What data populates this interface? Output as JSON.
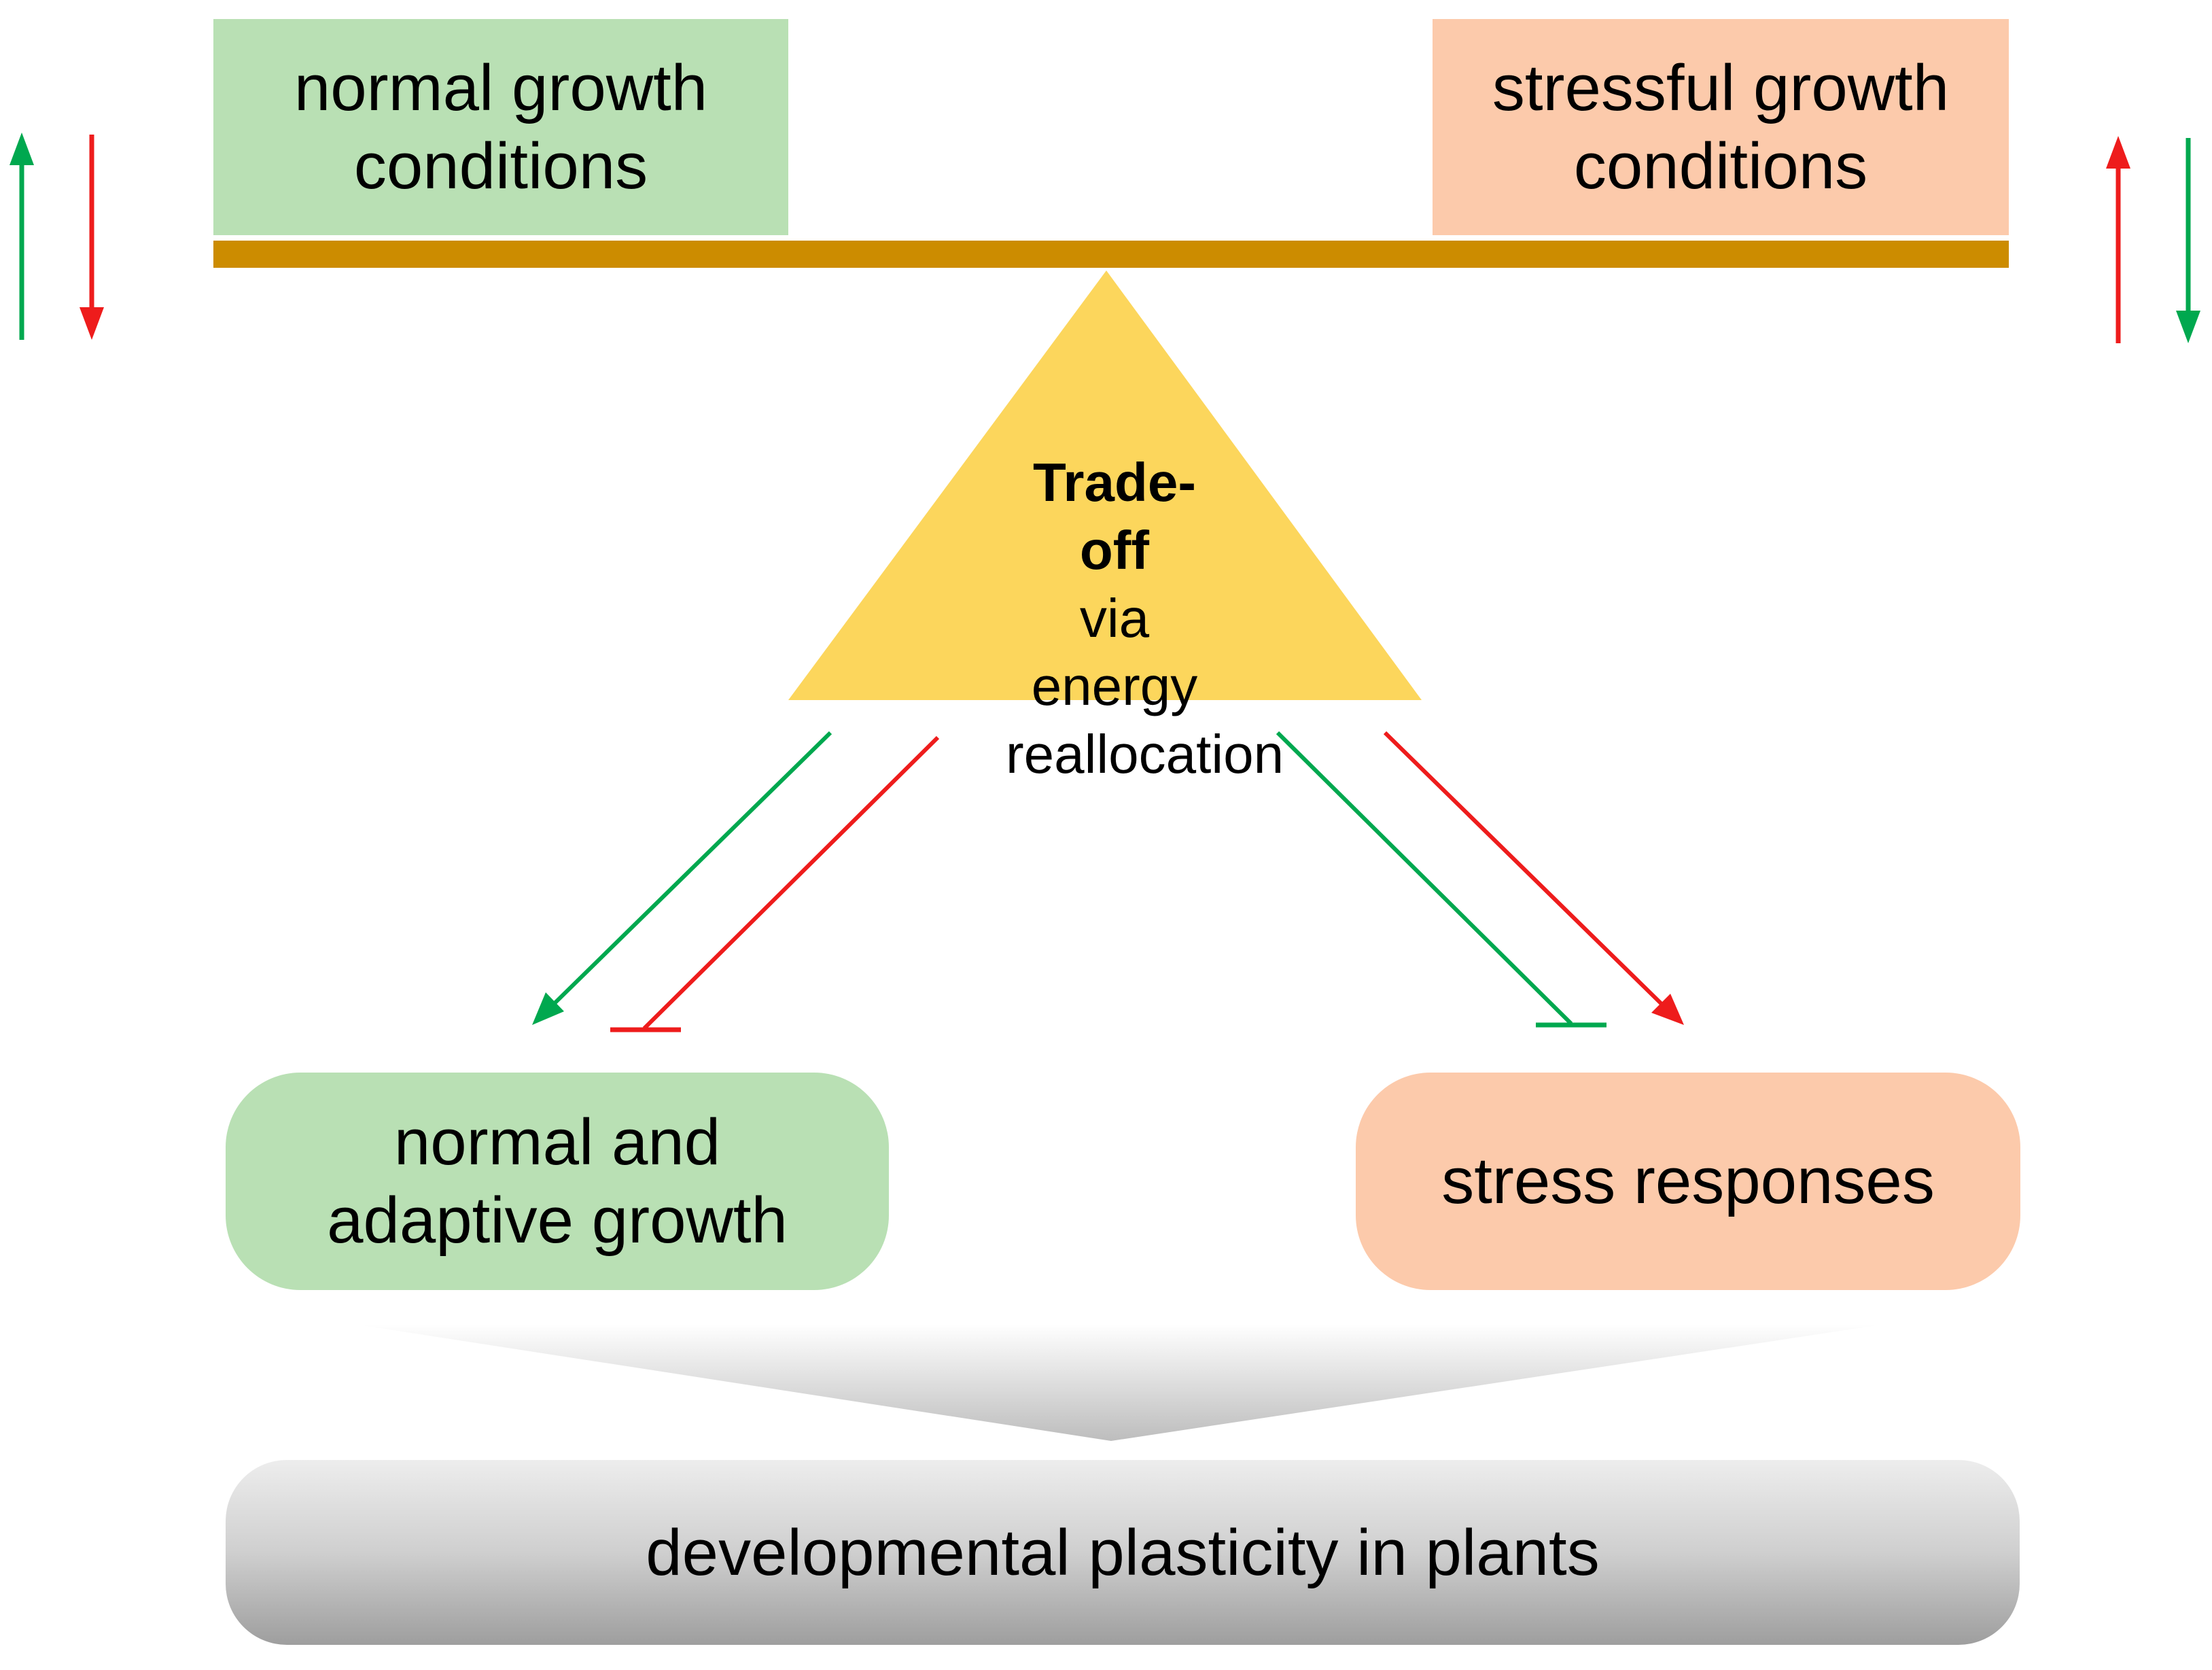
{
  "colors": {
    "green_fill": "#b9e0b4",
    "salmon_fill": "#fccaab",
    "beam": "#cc8c00",
    "triangle": "#fcd65c",
    "green_arrow": "#00a84f",
    "red_arrow": "#ee1c1c",
    "grey_top": "#f2f2f2",
    "grey_bottom": "#a6a6a6"
  },
  "conditions": {
    "normal": {
      "line1": "normal growth",
      "line2": "conditions"
    },
    "stressful": {
      "line1": "stressful growth",
      "line2": "conditions"
    }
  },
  "tradeoff": {
    "title": "Trade-off",
    "line2": "via energy",
    "line3": "reallocation"
  },
  "outcomes": {
    "growth": {
      "line1": "normal and",
      "line2": "adaptive growth"
    },
    "stress": {
      "line1": "stress responses"
    }
  },
  "plasticity": {
    "label": "developmental plasticity in plants"
  }
}
